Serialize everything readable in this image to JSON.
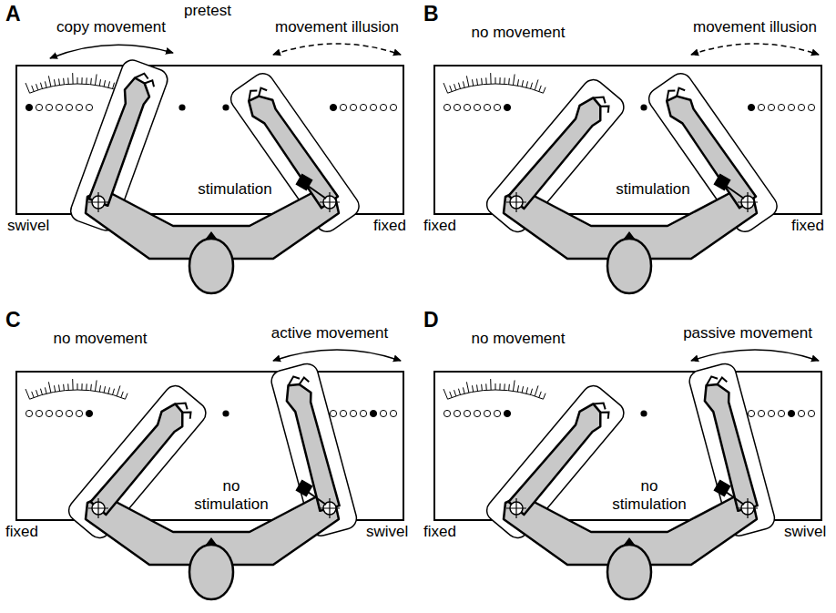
{
  "diagram": {
    "labels": [
      "A",
      "pretest",
      "copy movement",
      "movement illusion",
      "swivel",
      "stimulation",
      "fixed",
      "B",
      "no movement",
      "movement illusion",
      "fixed",
      "stimulation",
      "fixed",
      "C",
      "no movement",
      "active movement",
      "fixed",
      "no stimulation",
      "swivel",
      "D",
      "no movement",
      "passive movement",
      "fixed",
      "no stimulation",
      "swivel"
    ]
  }
}
